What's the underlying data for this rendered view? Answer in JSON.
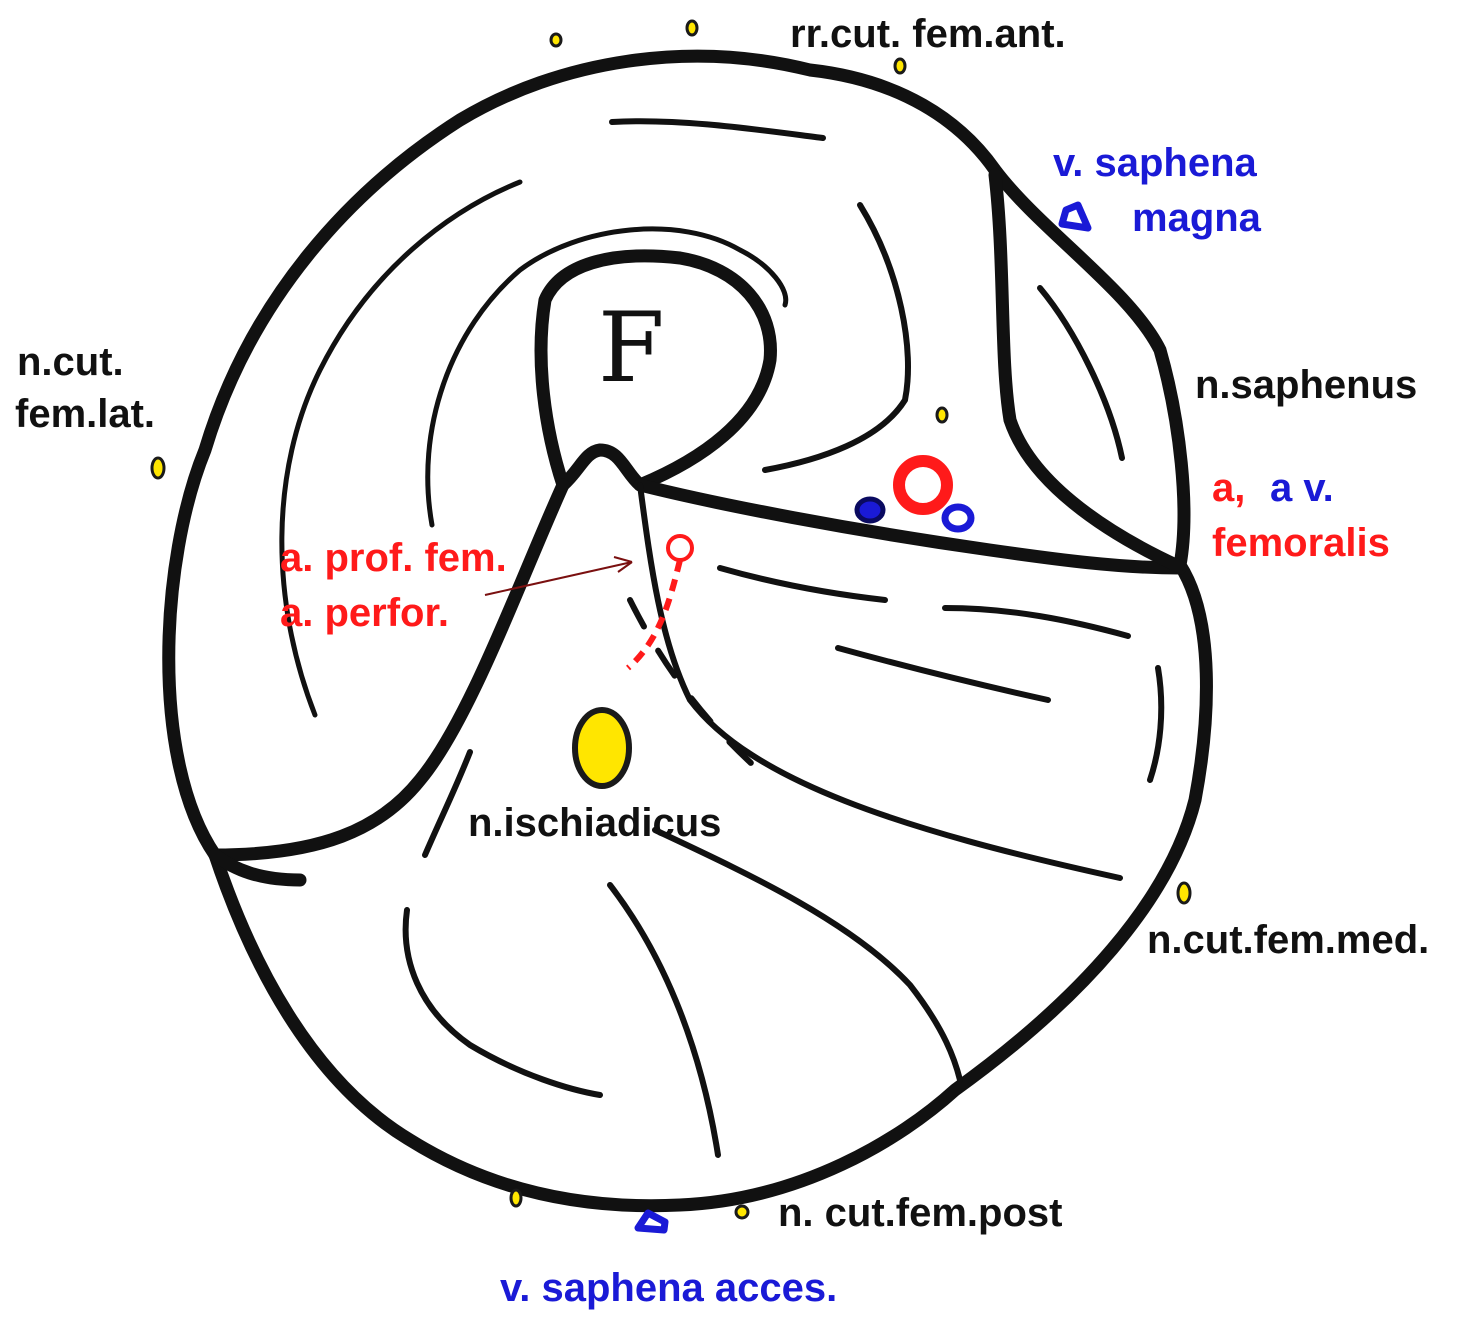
{
  "labels": {
    "rr_cut_fem_ant": "rr.cut. fem.ant.",
    "v_saphena": "v. saphena",
    "magna": "magna",
    "n_cut": "n.cut.",
    "fem_lat": "fem.lat.",
    "n_saphenus": "n.saphenus",
    "a_comma": "a,",
    "a_v": "a v.",
    "femoralis": "femoralis",
    "a_prof_fem": "a. prof. fem.",
    "a_perfor": "a. perfor.",
    "n_ischiadicus": "n.ischiadicus",
    "n_cut_fem_med": "n.cut.fem.med.",
    "n_cut_fem_post": "n. cut.fem.post",
    "v_saphena_acces": "v. saphena acces.",
    "femur_letter": "F"
  },
  "colors": {
    "outline": "#111111",
    "artery": "#ff1a1a",
    "vein": "#1a1ad6",
    "nerve_fill": "#ffe600",
    "nerve_stroke": "#1a1a1a"
  }
}
